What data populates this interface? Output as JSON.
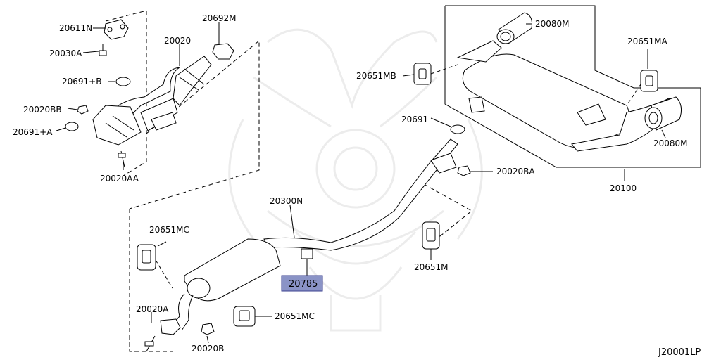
{
  "diagram": {
    "footer_code": "J20001LP",
    "highlight_color": "#8a93c6",
    "highlight_stroke": "#3a3f8f",
    "watermark_color": "#ededed",
    "watermark": "samurai-helmet-watermark",
    "part_labels": {
      "p20611N": "20611N",
      "p20030A": "20030A",
      "p20020": "20020",
      "p20692M": "20692M",
      "p20691B": "20691+B",
      "p20020BB": "20020BB",
      "p20691A": "20691+A",
      "p20020AA": "20020AA",
      "p20080M_top": "20080M",
      "p20651MA": "20651MA",
      "p20651MB": "20651MB",
      "p20691": "20691",
      "p20080M_right": "20080M",
      "p20020BA": "20020BA",
      "p20100": "20100",
      "p20300N": "20300N",
      "p20651MC_left": "20651MC",
      "p20785": "20785",
      "p20651M": "20651M",
      "p20020A": "20020A",
      "p20651MC_bottom": "20651MC",
      "p20020B": "20020B"
    }
  }
}
